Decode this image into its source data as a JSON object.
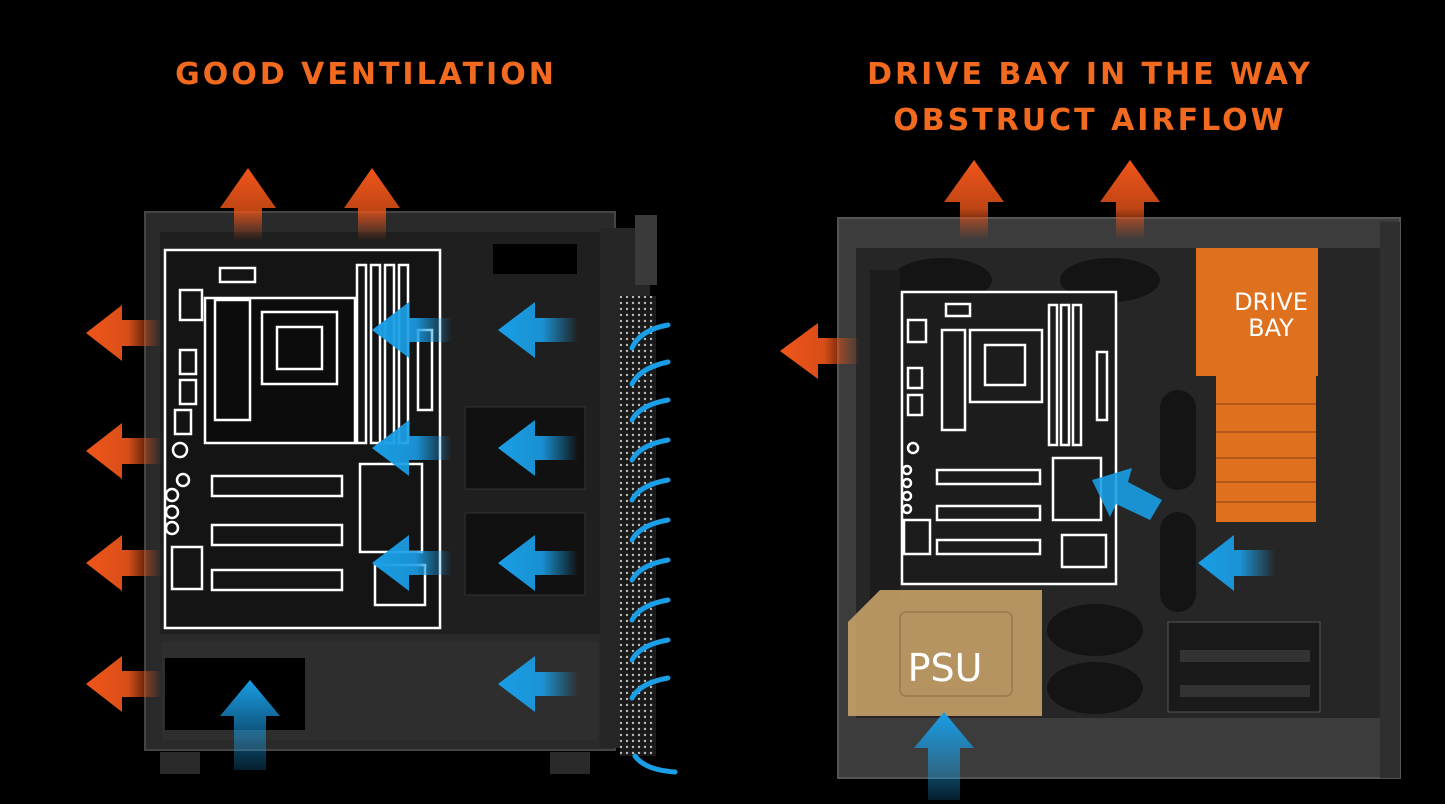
{
  "left_panel": {
    "title": "GOOD VENTILATION"
  },
  "right_panel": {
    "title_line1": "DRIVE BAY IN THE WAY",
    "title_line2": "OBSTRUCT AIRFLOW",
    "drive_bay_line1": "DRIVE",
    "drive_bay_line2": "BAY",
    "psu_label": "PSU"
  },
  "colors": {
    "accent_orange": "#f26a1f",
    "airflow_blue": "#1a9ee6",
    "drive_bay": "#e8741e",
    "psu": "#c9a46a",
    "background": "#000000"
  }
}
